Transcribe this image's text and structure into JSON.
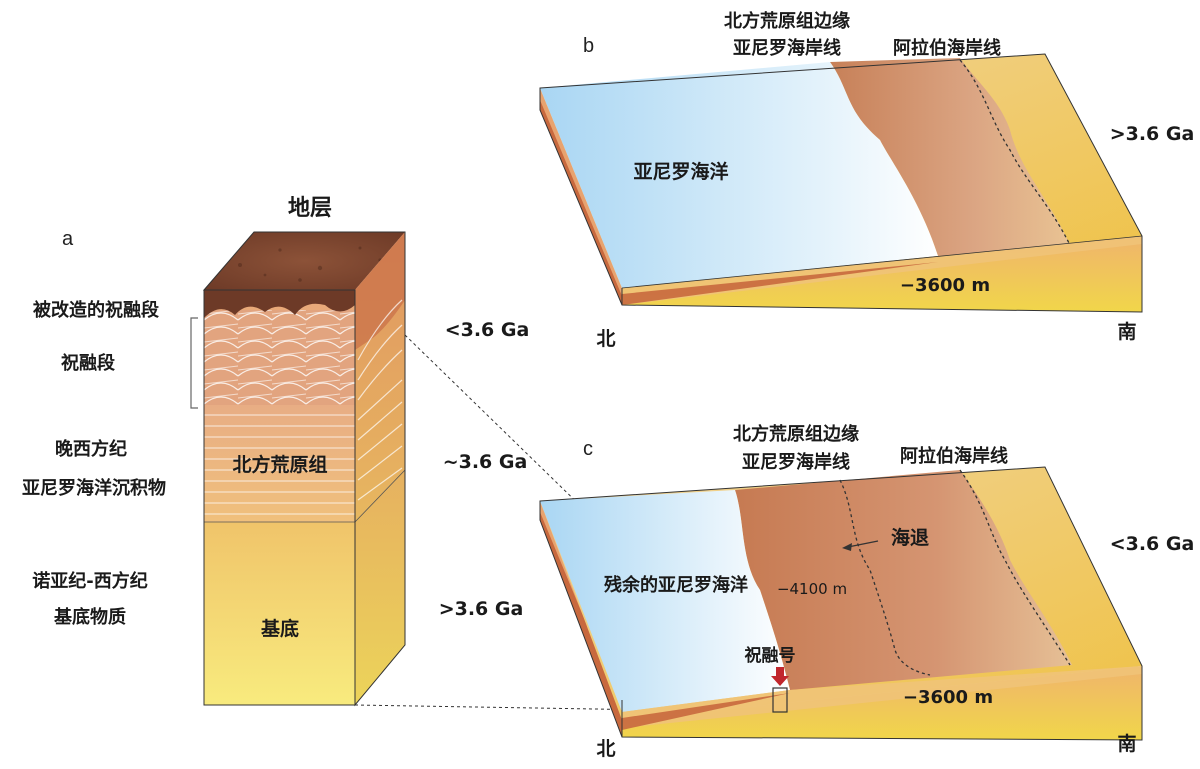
{
  "panel_a": {
    "letter": "a",
    "title": "地层",
    "left_labels": {
      "modified_zhurong": "被改造的祝融段",
      "zhurong": "祝融段",
      "late_hesperian": "晚西方纪",
      "deuteronilus": "亚尼罗海洋沉积物",
      "noachian": "诺亚纪-西方纪",
      "basement_material": "基底物质"
    },
    "column_labels": {
      "vbf": "北方荒原组",
      "basement": "基底"
    },
    "ages": {
      "upper": "<3.6 Ga",
      "middle": "~3.6 Ga",
      "lower": ">3.6 Ga"
    }
  },
  "panel_b": {
    "letter": "b",
    "vbf_margin": "北方荒原组边缘",
    "deuteronilus_shoreline": "亚尼罗海岸线",
    "arabia_shoreline": "阿拉伯海岸线",
    "ocean": "亚尼罗海洋",
    "depth": "−3600 m",
    "age": ">3.6 Ga",
    "north": "北",
    "south": "南"
  },
  "panel_c": {
    "letter": "c",
    "vbf_margin": "北方荒原组边缘",
    "deuteronilus_shoreline": "亚尼罗海岸线",
    "arabia_shoreline": "阿拉伯海岸线",
    "regression": "海退",
    "remnant_ocean": "残余的亚尼罗海洋",
    "depth_4100": "−4100 m",
    "rover": "祝融号",
    "depth_3600": "−3600 m",
    "age": "<3.6 Ga",
    "north": "北",
    "south": "南"
  }
}
